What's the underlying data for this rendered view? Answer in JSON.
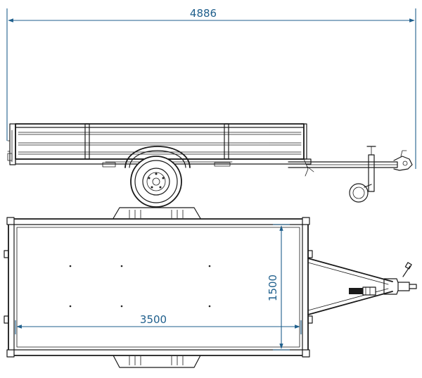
{
  "dimensions": {
    "overall_length": "4886",
    "bed_length": "3500",
    "bed_width": "1500"
  },
  "colors": {
    "line": "#1a1a1a",
    "dimension": "#1f5f8c",
    "background": "#ffffff"
  }
}
